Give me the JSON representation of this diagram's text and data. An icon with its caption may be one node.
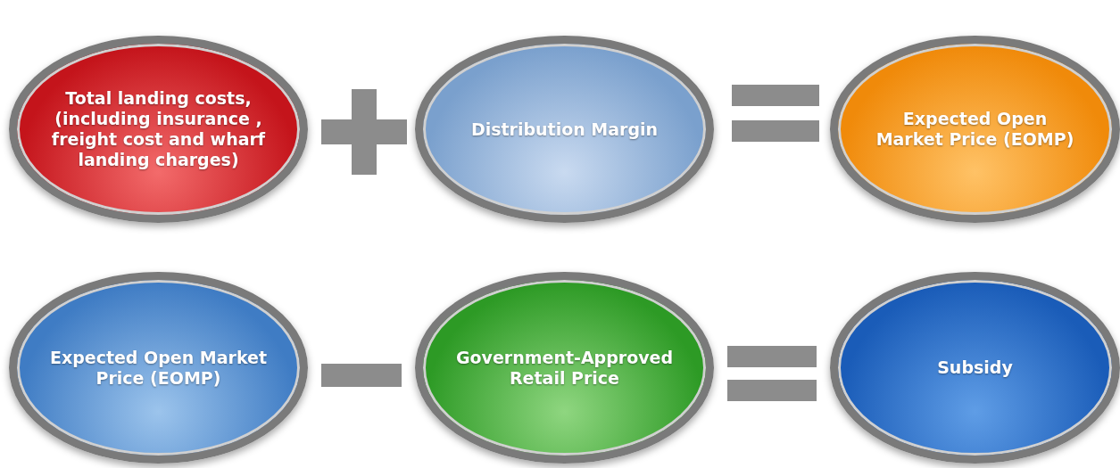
{
  "diagram": {
    "nodes": [
      {
        "text": [
          "Total landing costs, (including insurance , freight cost and wharf landing charges)"
        ]
      },
      {
        "text": [
          "Distribution Margin"
        ]
      },
      {
        "text": [
          "Expected Open Market Price (EOMP)"
        ]
      },
      {
        "text": [
          "Expected Open Market Price (EOMP)"
        ]
      },
      {
        "text": [
          "Government-Approved Retail Price"
        ]
      },
      {
        "text": [
          "Subsidy"
        ]
      }
    ]
  }
}
